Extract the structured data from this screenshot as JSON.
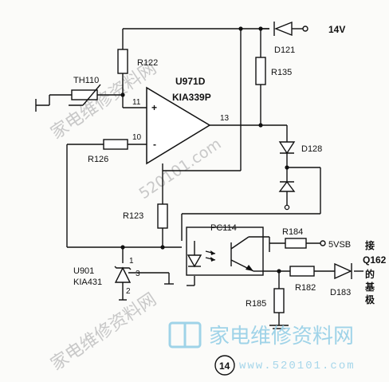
{
  "components": {
    "supply": "14V",
    "d121": "D121",
    "r135": "R135",
    "r122": "R122",
    "th110": "TH110",
    "u971d": "U971D",
    "ic_model": "KIA339P",
    "pin11": "11",
    "pin10": "10",
    "pin13": "13",
    "plus": "+",
    "minus": "-",
    "r126": "R126",
    "d128": "D128",
    "r123": "R123",
    "pc114": "PC114",
    "r184": "R184",
    "vsb": "5VSB",
    "u901": "U901",
    "ka431": "KIA431",
    "pin1": "1",
    "pin2": "2",
    "pin3": "3",
    "r182": "R182",
    "d183": "D183",
    "r185": "R185",
    "dest": [
      "接",
      "Q162",
      "的",
      "基",
      "极"
    ],
    "figure_number": "14"
  },
  "watermarks": {
    "cn_text": "家电维修资料网",
    "site": "520101.com"
  },
  "logo": {
    "text": "家电维修资料网",
    "url": "www.520101.com"
  },
  "colors": {
    "line": "#111111",
    "watermark": "#c8c8c8",
    "logo": "#9fd3e8"
  }
}
